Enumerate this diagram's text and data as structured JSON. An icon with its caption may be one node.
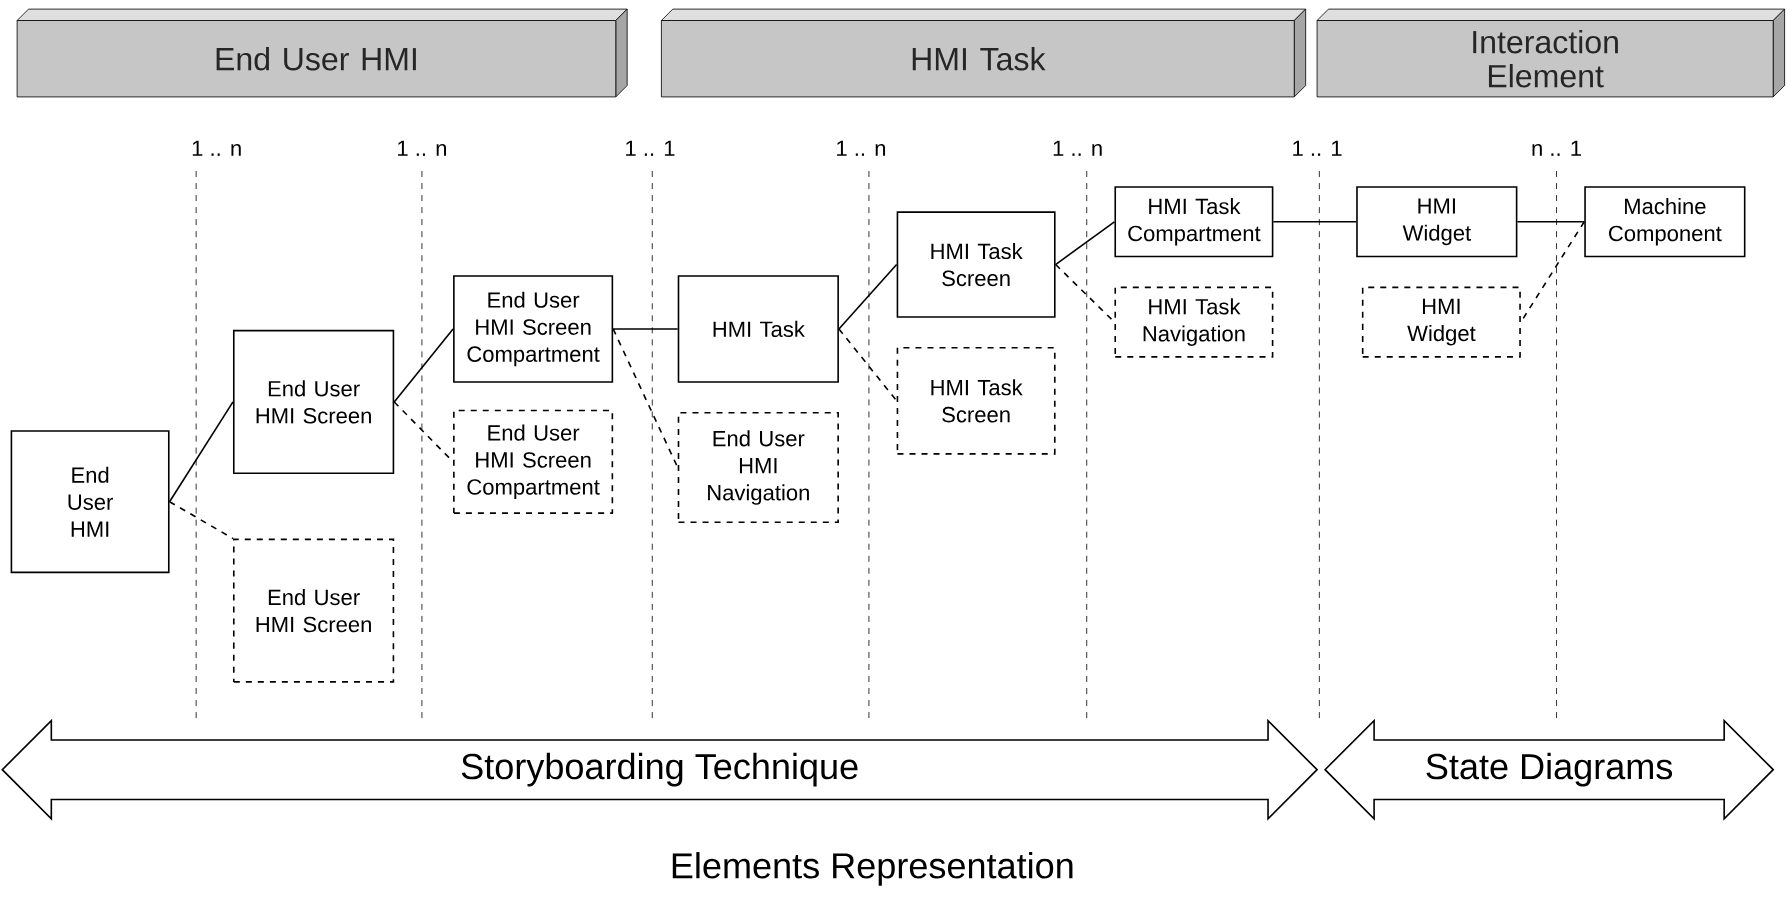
{
  "diagram": {
    "caption": "Elements Representation",
    "nodes": [
      {
        "text": [
          "End User HMI"
        ]
      },
      {
        "text": [
          "HMI Task"
        ]
      },
      {
        "text": [
          "Interaction Element"
        ]
      },
      {
        "text": [
          "End User HMI"
        ]
      },
      {
        "text": [
          "End User HMI Screen"
        ]
      },
      {
        "text": [
          "End User HMI Screen"
        ]
      },
      {
        "text": [
          "End User HMI Screen Compartment"
        ]
      },
      {
        "text": [
          "End User HMI Screen Compartment"
        ]
      },
      {
        "text": [
          "HMI Task"
        ]
      },
      {
        "text": [
          "End User HMI Navigation"
        ]
      },
      {
        "text": [
          "HMI Task Screen"
        ]
      },
      {
        "text": [
          "HMI Task Screen"
        ]
      },
      {
        "text": [
          "HMI Task Compartment"
        ]
      },
      {
        "text": [
          "HMI Task Navigation"
        ]
      },
      {
        "text": [
          "HMI Widget"
        ]
      },
      {
        "text": [
          "HMI Widget"
        ]
      },
      {
        "text": [
          "Machine Component"
        ]
      },
      {
        "text": [
          "Storyboarding Technique"
        ]
      },
      {
        "text": [
          "State Diagrams"
        ]
      }
    ],
    "edges": [
      {
        "from": 3,
        "to": 4,
        "arrow": "none"
      },
      {
        "from": 3,
        "to": 5,
        "arrow": "none",
        "style": "dashed"
      },
      {
        "from": 4,
        "to": 6,
        "arrow": "none"
      },
      {
        "from": 4,
        "to": 7,
        "arrow": "none",
        "style": "dashed"
      },
      {
        "from": 6,
        "to": 8,
        "arrow": "none"
      },
      {
        "from": 6,
        "to": 9,
        "arrow": "none",
        "style": "dashed"
      },
      {
        "from": 8,
        "to": 10,
        "arrow": "none"
      },
      {
        "from": 8,
        "to": 11,
        "arrow": "none",
        "style": "dashed"
      },
      {
        "from": 10,
        "to": 12,
        "arrow": "none"
      },
      {
        "from": 10,
        "to": 13,
        "arrow": "none",
        "style": "dashed"
      },
      {
        "from": 12,
        "to": 14,
        "arrow": "none"
      },
      {
        "from": 14,
        "to": 16,
        "arrow": "none"
      },
      {
        "from": 16,
        "to": 15,
        "arrow": "none",
        "style": "dashed"
      }
    ],
    "labels": [
      "1 .. n",
      "1 .. n",
      "1 .. 1",
      "1 .. n",
      "1 .. n",
      "1 .. 1",
      "n .. 1"
    ]
  }
}
